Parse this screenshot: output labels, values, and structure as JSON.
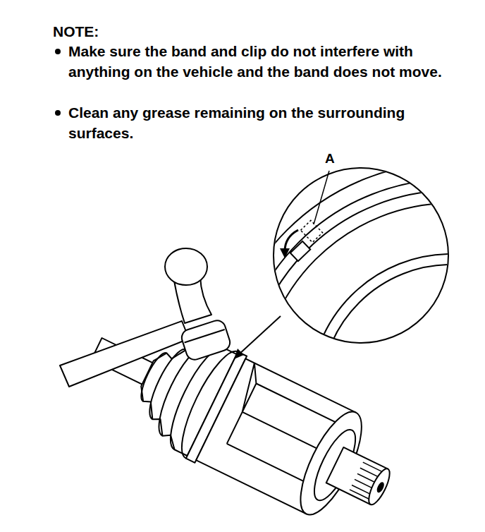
{
  "diagram": {
    "labels": [
      "NOTE:",
      "Make sure the band and clip do not interfere with anything on the vehicle and the band does not move.",
      "Clean any grease remaining on the surrounding surfaces.",
      "A"
    ]
  }
}
